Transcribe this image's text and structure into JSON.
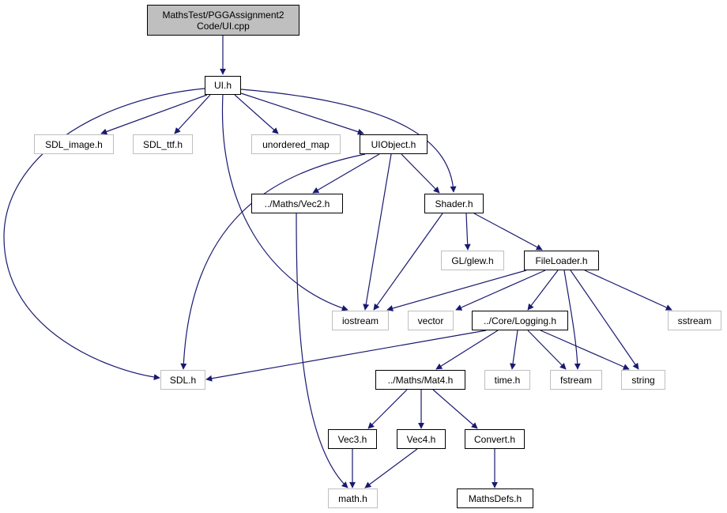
{
  "colors": {
    "edge": "#191970",
    "node_border": "#000000",
    "external_border": "#bfbfbf",
    "root_fill": "#bfbfbf"
  },
  "graph": {
    "root": {
      "line1": "MathsTest/PGGAssignment2",
      "line2": "Code/UI.cpp"
    },
    "nodes": {
      "ui_h": "UI.h",
      "sdl_image": "SDL_image.h",
      "sdl_ttf": "SDL_ttf.h",
      "unordered_map": "unordered_map",
      "uiobject_h": "UIObject.h",
      "vec2_h": "../Maths/Vec2.h",
      "shader_h": "Shader.h",
      "glew_h": "GL/glew.h",
      "fileloader_h": "FileLoader.h",
      "iostream": "iostream",
      "vector": "vector",
      "logging_h": "../Core/Logging.h",
      "sstream": "sstream",
      "sdl_h": "SDL.h",
      "mat4_h": "../Maths/Mat4.h",
      "time_h": "time.h",
      "fstream": "fstream",
      "string": "string",
      "vec3_h": "Vec3.h",
      "vec4_h": "Vec4.h",
      "convert_h": "Convert.h",
      "math_h": "math.h",
      "mathsdefs_h": "MathsDefs.h"
    },
    "edges": [
      [
        "root",
        "ui_h"
      ],
      [
        "ui_h",
        "sdl_image"
      ],
      [
        "ui_h",
        "sdl_ttf"
      ],
      [
        "ui_h",
        "unordered_map"
      ],
      [
        "ui_h",
        "uiobject_h"
      ],
      [
        "ui_h",
        "shader_h"
      ],
      [
        "ui_h",
        "iostream"
      ],
      [
        "ui_h",
        "sdl_h"
      ],
      [
        "uiobject_h",
        "vec2_h"
      ],
      [
        "uiobject_h",
        "shader_h"
      ],
      [
        "uiobject_h",
        "iostream"
      ],
      [
        "uiobject_h",
        "sdl_h"
      ],
      [
        "vec2_h",
        "math_h"
      ],
      [
        "shader_h",
        "glew_h"
      ],
      [
        "shader_h",
        "fileloader_h"
      ],
      [
        "shader_h",
        "iostream"
      ],
      [
        "fileloader_h",
        "iostream"
      ],
      [
        "fileloader_h",
        "vector"
      ],
      [
        "fileloader_h",
        "logging_h"
      ],
      [
        "fileloader_h",
        "sstream"
      ],
      [
        "fileloader_h",
        "fstream"
      ],
      [
        "fileloader_h",
        "string"
      ],
      [
        "logging_h",
        "sdl_h"
      ],
      [
        "logging_h",
        "mat4_h"
      ],
      [
        "logging_h",
        "time_h"
      ],
      [
        "logging_h",
        "fstream"
      ],
      [
        "logging_h",
        "string"
      ],
      [
        "mat4_h",
        "vec3_h"
      ],
      [
        "mat4_h",
        "vec4_h"
      ],
      [
        "mat4_h",
        "convert_h"
      ],
      [
        "vec3_h",
        "math_h"
      ],
      [
        "vec4_h",
        "math_h"
      ],
      [
        "convert_h",
        "mathsdefs_h"
      ]
    ]
  }
}
